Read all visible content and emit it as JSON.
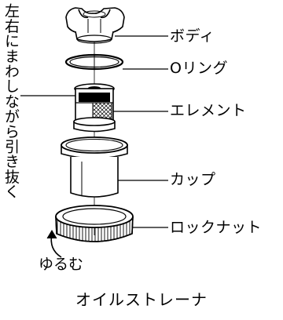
{
  "diagram": {
    "caption": "オイルストレーナ",
    "side_instruction": "左右にまわしながら引き抜く",
    "direction_label": "ゆるむ",
    "parts": [
      {
        "id": "body",
        "label": "ボディ"
      },
      {
        "id": "o-ring",
        "label": "Oリング"
      },
      {
        "id": "element",
        "label": "エレメント"
      },
      {
        "id": "cup",
        "label": "カップ"
      },
      {
        "id": "lock-nut",
        "label": "ロックナット"
      }
    ]
  }
}
